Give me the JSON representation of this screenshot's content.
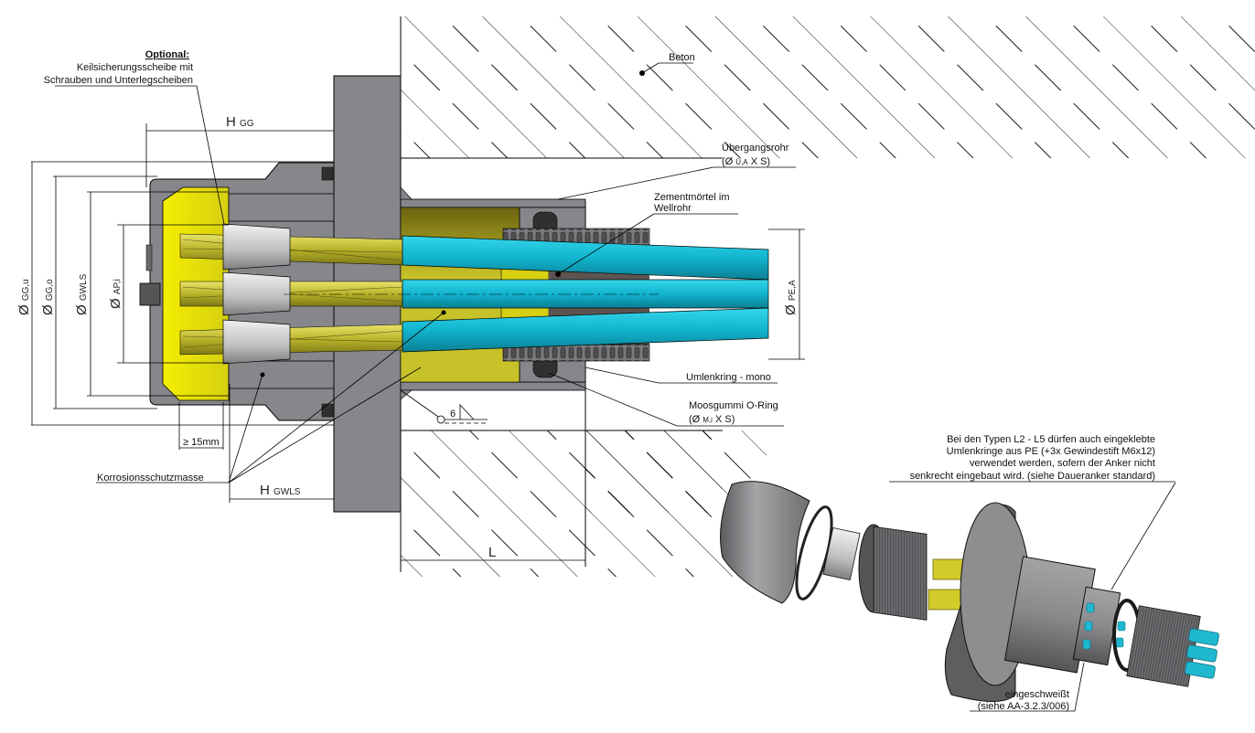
{
  "title": "Anchor head cross-section and exploded view",
  "colors": {
    "steel": "#87868b",
    "steel_dark": "#5f5e63",
    "grease": "#e6e000",
    "grease_dark": "#b8b300",
    "strand": "#c9c437",
    "sheath": "#1fb8cf",
    "wedge": "#c8c8c8",
    "grout": "#5d5451",
    "oring": "#2a2a2a"
  },
  "labels": {
    "optional_title": "Optional:",
    "optional_line1": "Keilsicherungsscheibe mit",
    "optional_line2": "Schrauben und Unterlegscheiben",
    "beton": "Beton",
    "uebergangsrohr": "Übergangsrohr",
    "uebergangsrohr_dim_prefix": "(Ø",
    "uebergangsrohr_dim_sub": "Ü,A",
    "uebergangsrohr_dim_suffix": "X S)",
    "zementmoertel_line1": "Zementmörtel im",
    "zementmoertel_line2": "Wellrohr",
    "umlenkring": "Umlenkring - mono",
    "moosgummi": "Moosgummi O-Ring",
    "moosgummi_dim_prefix": "(Ø",
    "moosgummi_dim_sub": "M,i",
    "moosgummi_dim_suffix": "X S)",
    "korrosion": "Korrosionsschutzmasse",
    "min_distance": "≥ 15mm",
    "weld_size": "6",
    "note_line1": "Bei den Typen L2 - L5 dürfen auch eingeklebte",
    "note_line2": "Umlenkringe aus PE (+3x Gewindestift M6x12)",
    "note_line3": "verwendet werden, sofern der Anker nicht",
    "note_line4": "senkrecht eingebaut wird. (siehe Daueranker standard)",
    "welded_line1": "eingeschweißt",
    "welded_line2": "(siehe AA-3.2.3/006)"
  },
  "dimensions": {
    "h_gg_main": "H",
    "h_gg_sub": "GG",
    "h_gwls_main": "H",
    "h_gwls_sub": "GWLS",
    "l": "L",
    "d_gg_u_main": "Ø",
    "d_gg_u_sub": "GG,u",
    "d_gg_o_main": "Ø",
    "d_gg_o_sub": "GG,o",
    "d_gwls_main": "Ø",
    "d_gwls_sub": "GWLS",
    "d_ap_i_main": "Ø",
    "d_ap_i_sub": "AP,i",
    "d_pe_a_main": "Ø",
    "d_pe_a_sub": "PE,A"
  }
}
